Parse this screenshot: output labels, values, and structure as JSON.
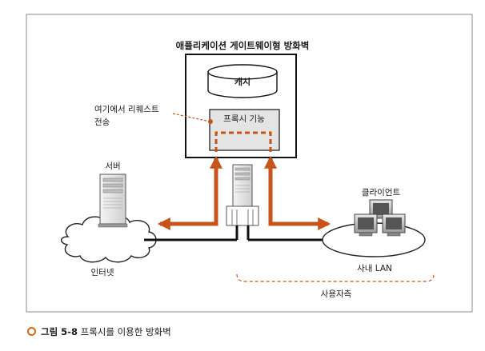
{
  "diagram": {
    "firewall_title": "애플리케이션 게이트웨이형 방화벽",
    "cache_label": "캐시",
    "proxy_label": "프록시 기능",
    "forward_note_line1": "여기에서 리퀘스트",
    "forward_note_line2": "전송",
    "server_label": "서버",
    "internet_label": "인터넷",
    "client_label": "클라이언트",
    "lan_label": "사내 LAN",
    "user_side_label": "사용자측"
  },
  "caption": {
    "figure_number": "그림 5-8",
    "text": "프록시를 이용한 방화벽"
  },
  "colors": {
    "accent": "#c8541a",
    "line": "#111111",
    "outline": "#777777"
  }
}
